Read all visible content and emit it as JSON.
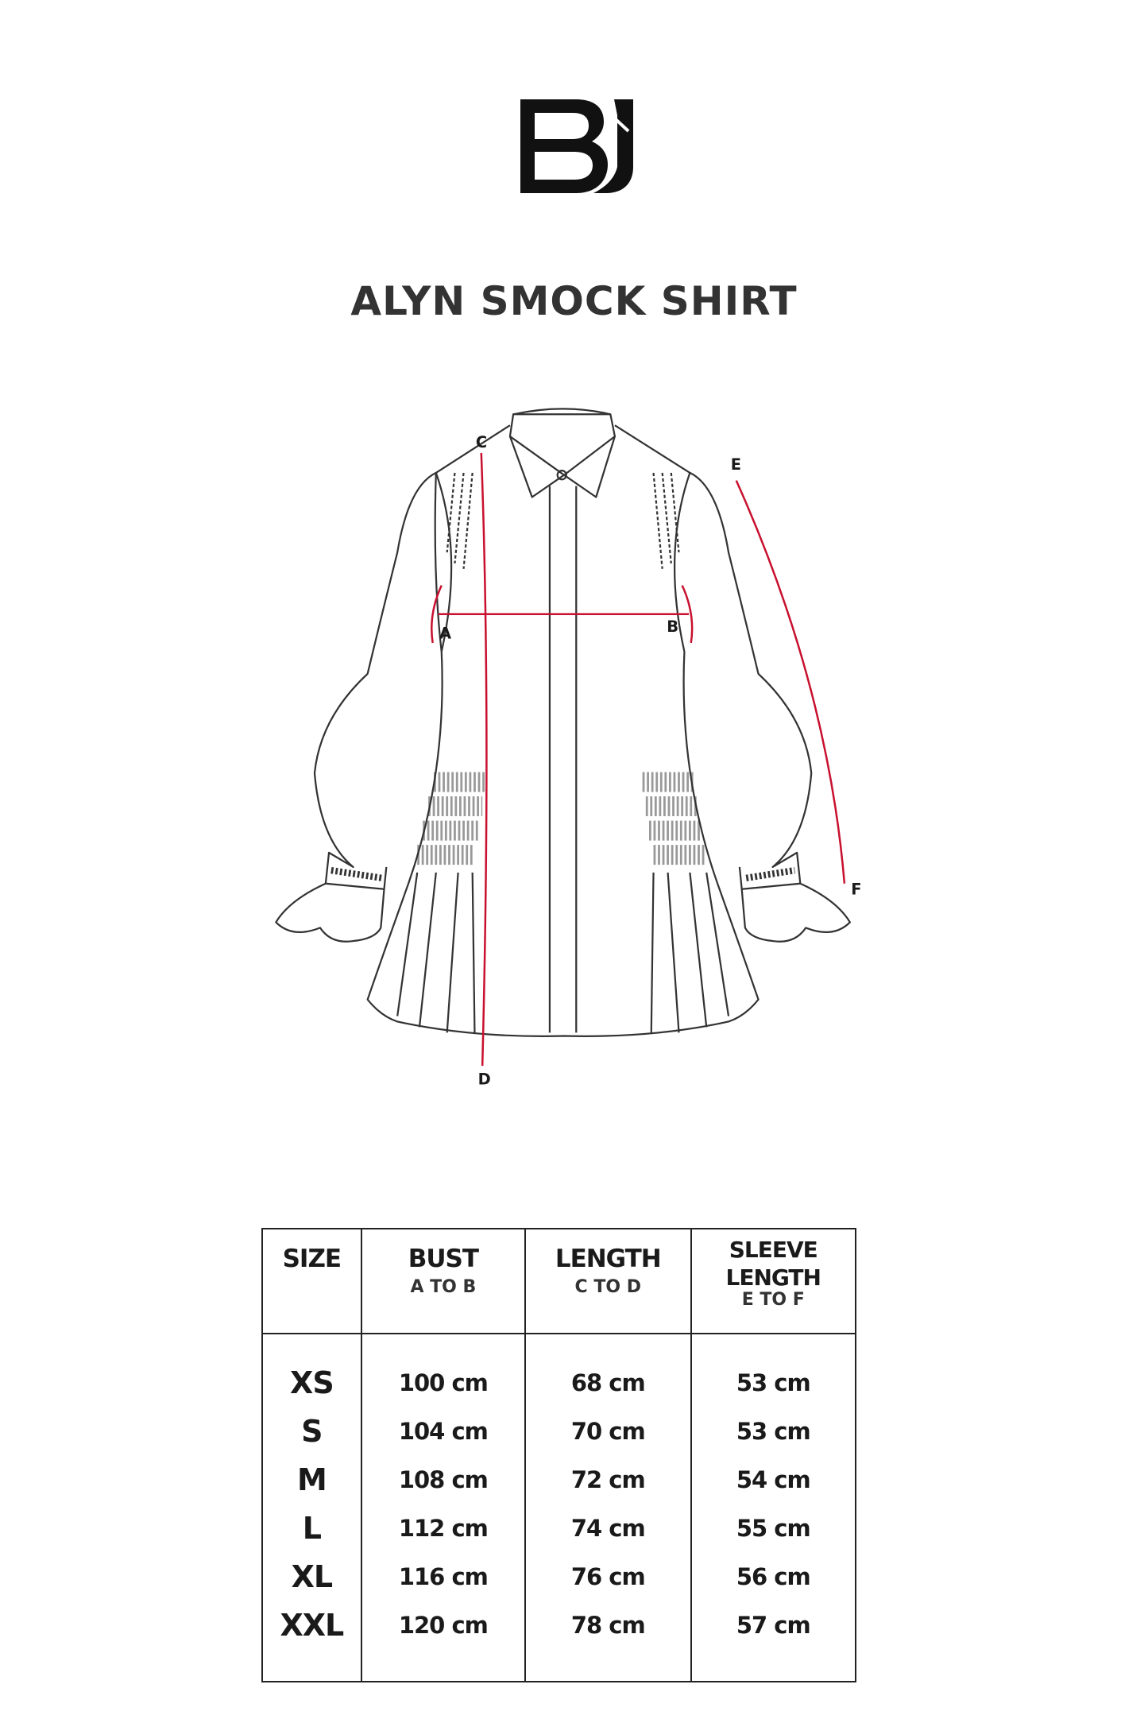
{
  "brand": {
    "logo_text": "BJ"
  },
  "title": "ALYN SMOCK SHIRT",
  "diagram": {
    "labels": {
      "a": "A",
      "b": "B",
      "c": "C",
      "d": "D",
      "e": "E",
      "f": "F"
    },
    "measure_color": "#c8102e"
  },
  "table": {
    "headers": [
      {
        "title": "SIZE",
        "sub": ""
      },
      {
        "title": "BUST",
        "sub": "A TO B"
      },
      {
        "title": "LENGTH",
        "sub": "C TO D"
      },
      {
        "title": "SLEEVE",
        "title2": "LENGTH",
        "sub": "E TO F"
      }
    ],
    "rows": [
      {
        "size": "XS",
        "bust": "100 cm",
        "length": "68 cm",
        "sleeve": "53 cm"
      },
      {
        "size": "S",
        "bust": "104 cm",
        "length": "70 cm",
        "sleeve": "53 cm"
      },
      {
        "size": "M",
        "bust": "108 cm",
        "length": "72 cm",
        "sleeve": "54 cm"
      },
      {
        "size": "L",
        "bust": "112 cm",
        "length": "74 cm",
        "sleeve": "55 cm"
      },
      {
        "size": "XL",
        "bust": "116 cm",
        "length": "76 cm",
        "sleeve": "56 cm"
      },
      {
        "size": "XXL",
        "bust": "120 cm",
        "length": "78 cm",
        "sleeve": "57 cm"
      }
    ]
  }
}
